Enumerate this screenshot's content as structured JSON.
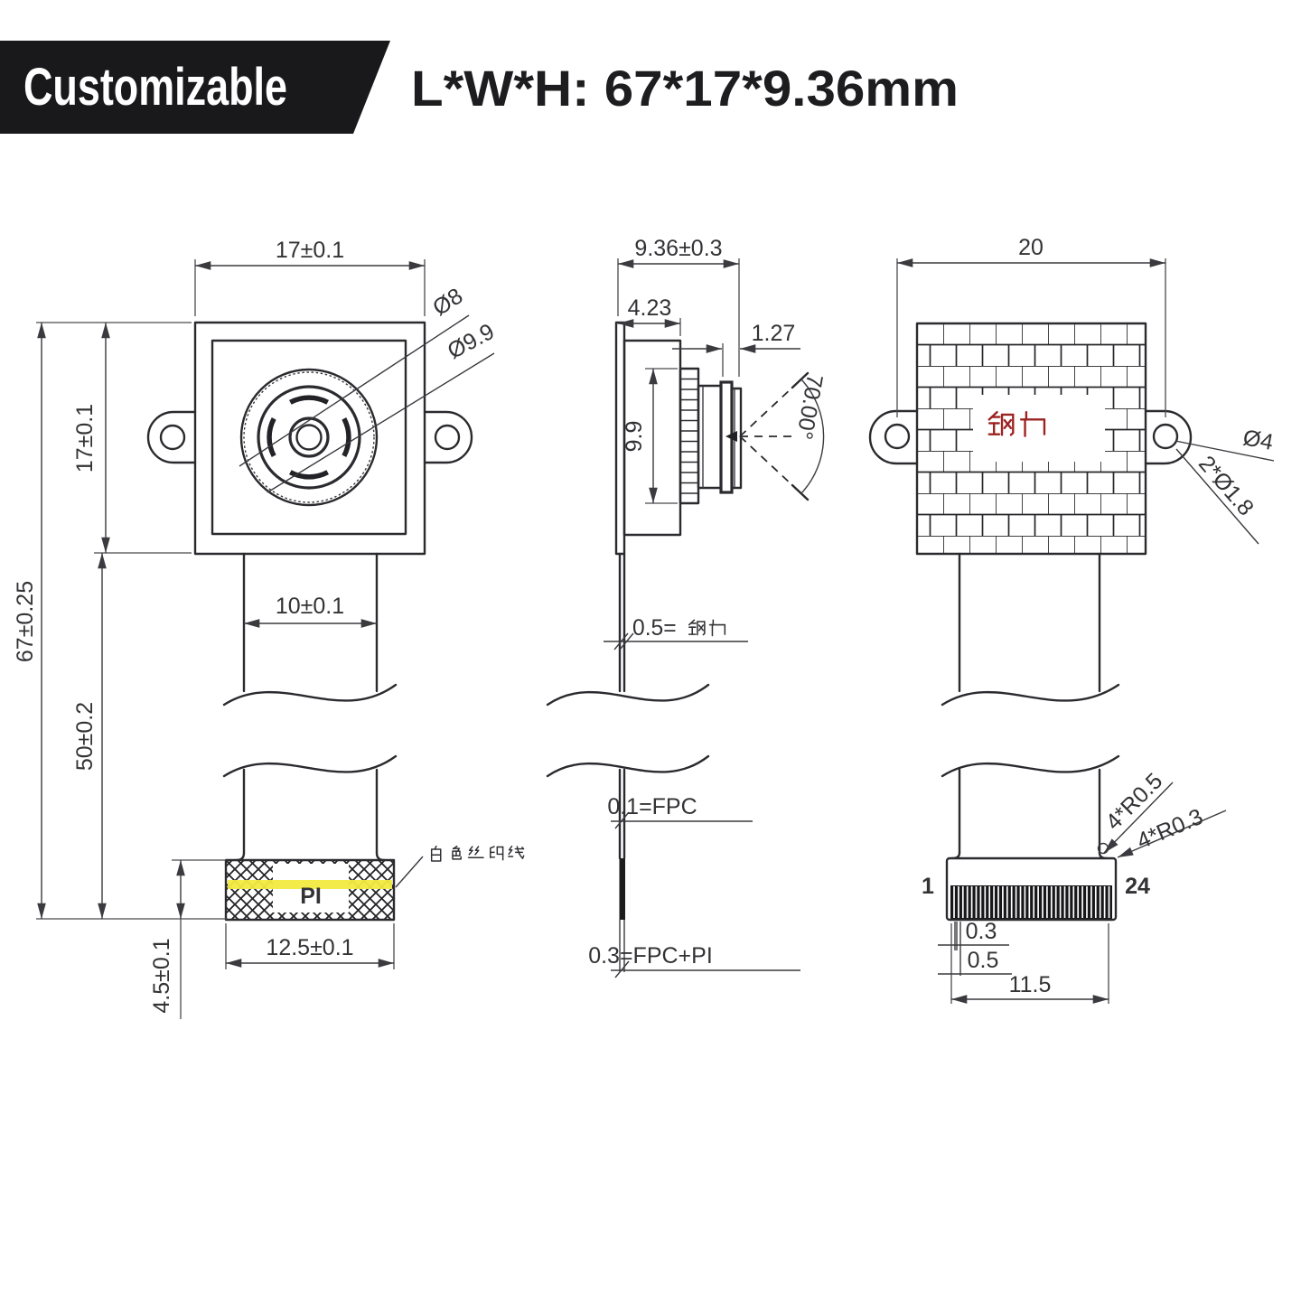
{
  "header": {
    "badge": "Customizable",
    "title": "L*W*H: 67*17*9.36mm"
  },
  "front_view": {
    "dims": {
      "body_width": "17±0.1",
      "body_height": "17±0.1",
      "overall_length": "67±0.25",
      "fpc_length": "50±0.2",
      "fpc_width": "10±0.1",
      "stiffener_height": "4.5±0.1",
      "stiffener_width": "12.5±0.1",
      "lens_dia_inner": "Ø8",
      "lens_dia_outer": "Ø9.9"
    },
    "labels": {
      "silkscreen": "白色丝印线",
      "stiffener": "PI"
    }
  },
  "side_view": {
    "dims": {
      "total_depth": "9.36±0.3",
      "body_depth": "4.23",
      "lens_tip": "1.27",
      "barrel_dia": "9.9",
      "fov_angle": "70.00°"
    },
    "labels": {
      "steel_thickness": "0.5=钢片",
      "fpc_thickness": "0.1=FPC",
      "fpc_pi_thickness": "0.3=FPC+PI"
    }
  },
  "back_view": {
    "dims": {
      "hole_pitch": "20",
      "ear_hole_dia": "Ø4",
      "mount_holes": "2*Ø1.8",
      "corner_fillet_outer": "4*R0.5",
      "corner_fillet_inner": "4*R0.3",
      "contact_width": "0.3",
      "contact_pitch": "0.5",
      "contact_span": "11.5"
    },
    "labels": {
      "steel_sheet": "钢片",
      "pin_first": "1",
      "pin_last": "24"
    }
  },
  "colors": {
    "line": "#2b2b2f",
    "banner": "#19191c",
    "red_label": "#9c2321",
    "maroon_pin": "#8c1c20",
    "yellow_band": "#f1ea3f"
  }
}
